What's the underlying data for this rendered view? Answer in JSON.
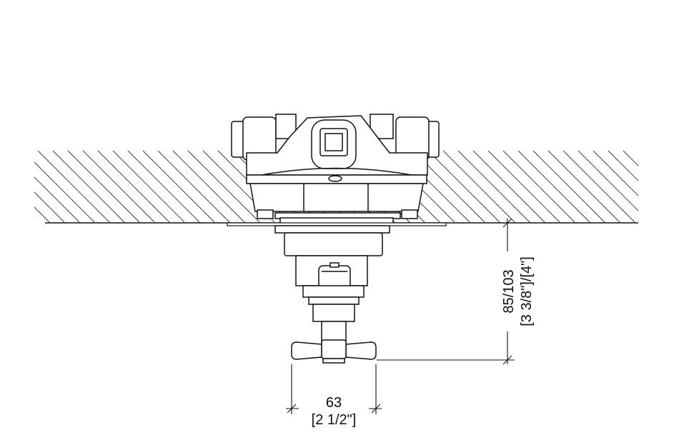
{
  "drawing": {
    "width_dimension": {
      "metric": "63",
      "imperial": "[2 1/2\"]"
    },
    "depth_dimension": {
      "metric": "85/103",
      "imperial": "[3 3/8\"]/[4\"]"
    }
  },
  "colors": {
    "line": "#111111",
    "hatch": "#333333",
    "background": "#ffffff"
  }
}
